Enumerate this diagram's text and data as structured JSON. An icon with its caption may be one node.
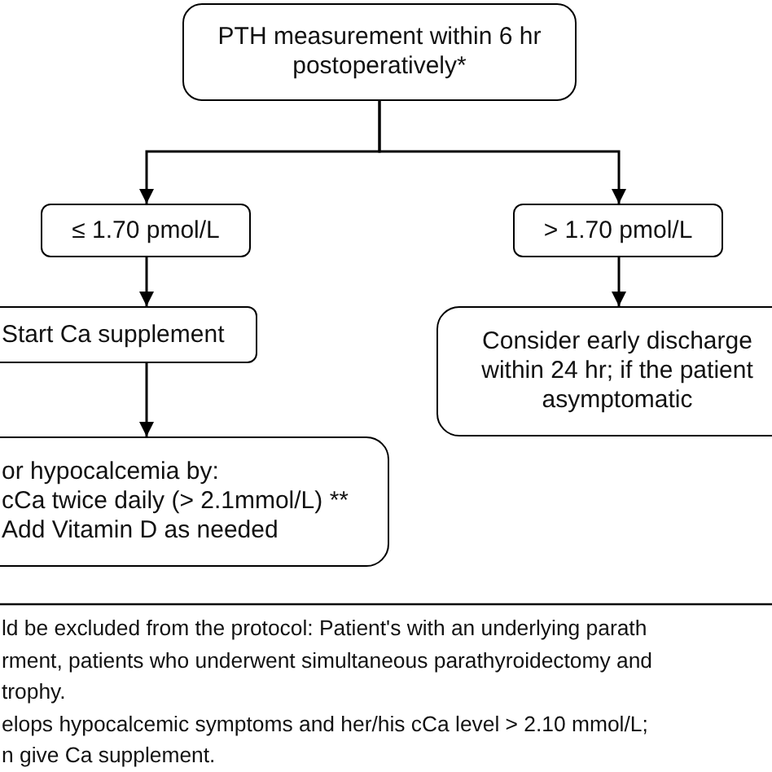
{
  "diagram": {
    "nodes": [
      {
        "text": [
          "PTH measurement within 6 hr postoperatively*"
        ]
      },
      {
        "text": [
          "≤ 1.70 pmol/L"
        ]
      },
      {
        "text": [
          "> 1.70 pmol/L"
        ]
      },
      {
        "text": [
          "Start Ca supplement"
        ]
      },
      {
        "text": [
          "or hypocalcemia by:",
          "cCa twice daily (> 2.1mmol/L) **",
          "Add Vitamin D as needed"
        ]
      },
      {
        "text": [
          "Consider early discharge within 24 hr; if the patient asymptomatic"
        ]
      }
    ],
    "edges": [
      {
        "from": 0,
        "to": 1,
        "arrow": "to"
      },
      {
        "from": 0,
        "to": 2,
        "arrow": "to"
      },
      {
        "from": 1,
        "to": 3,
        "arrow": "to"
      },
      {
        "from": 3,
        "to": 4,
        "arrow": "to"
      },
      {
        "from": 2,
        "to": 5,
        "arrow": "to"
      }
    ],
    "labels": [
      "ld be excluded from the protocol: Patient's with an underlying parath",
      "rment, patients who underwent simultaneous parathyroidectomy and",
      "trophy.",
      "elops hypocalcemic symptoms and her/his cCa level > 2.10 mmol/L;",
      "n give Ca supplement."
    ]
  }
}
